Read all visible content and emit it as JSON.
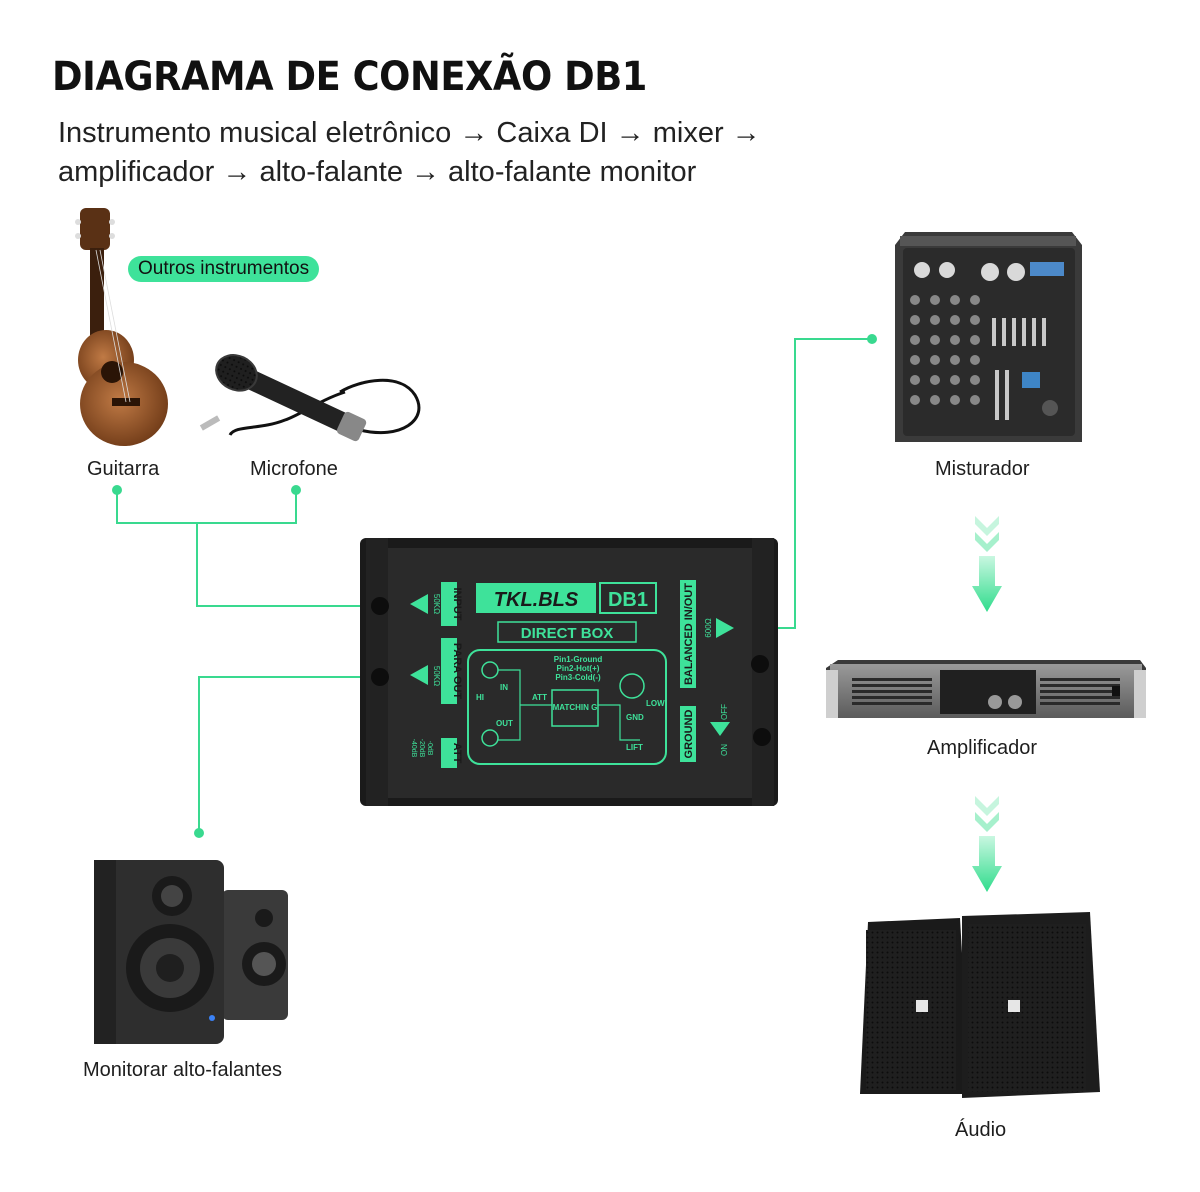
{
  "title": "DIAGRAMA DE CONEXÃO DB1",
  "subtitle_line1": "Instrumento musical eletrônico → Caixa DI → mixer →",
  "subtitle_line2": "amplificador → alto-falante → alto-falante monitor",
  "badge_other_instruments": "Outros instrumentos",
  "labels": {
    "guitar": "Guitarra",
    "microphone": "Microfone",
    "mixer": "Misturador",
    "amplifier": "Amplificador",
    "speakers": "Áudio",
    "monitors": "Monitorar alto-falantes"
  },
  "device": {
    "brand": "TKL.BLS",
    "model": "DB1",
    "name": "DIRECT BOX",
    "input": "INPUT",
    "input_imp": "50KΩ",
    "para_out": "PARA OUT",
    "para_imp": "50KΩ",
    "att": "ATT",
    "balanced": "BALANCED IN/OUT",
    "balanced_imp": "600Ω",
    "ground": "GROUND",
    "on": "ON",
    "off": "OFF",
    "pin1": "Pin1-Ground",
    "pin2": "Pin2-Hot(+)",
    "pin3": "Pin3-Cold(-)",
    "matching": "MATCHIN G",
    "hi": "HI",
    "in": "IN",
    "out": "OUT",
    "att_small": "ATT",
    "gnd": "GND",
    "low": "LOW",
    "lift": "LIFT",
    "att_values": [
      "-0dB",
      "-20dB",
      "-40dB"
    ]
  },
  "colors": {
    "accent": "#3ee29a",
    "line": "#39d98f",
    "device_body": "#1c1c1c",
    "device_panel": "#2a2a2a"
  }
}
